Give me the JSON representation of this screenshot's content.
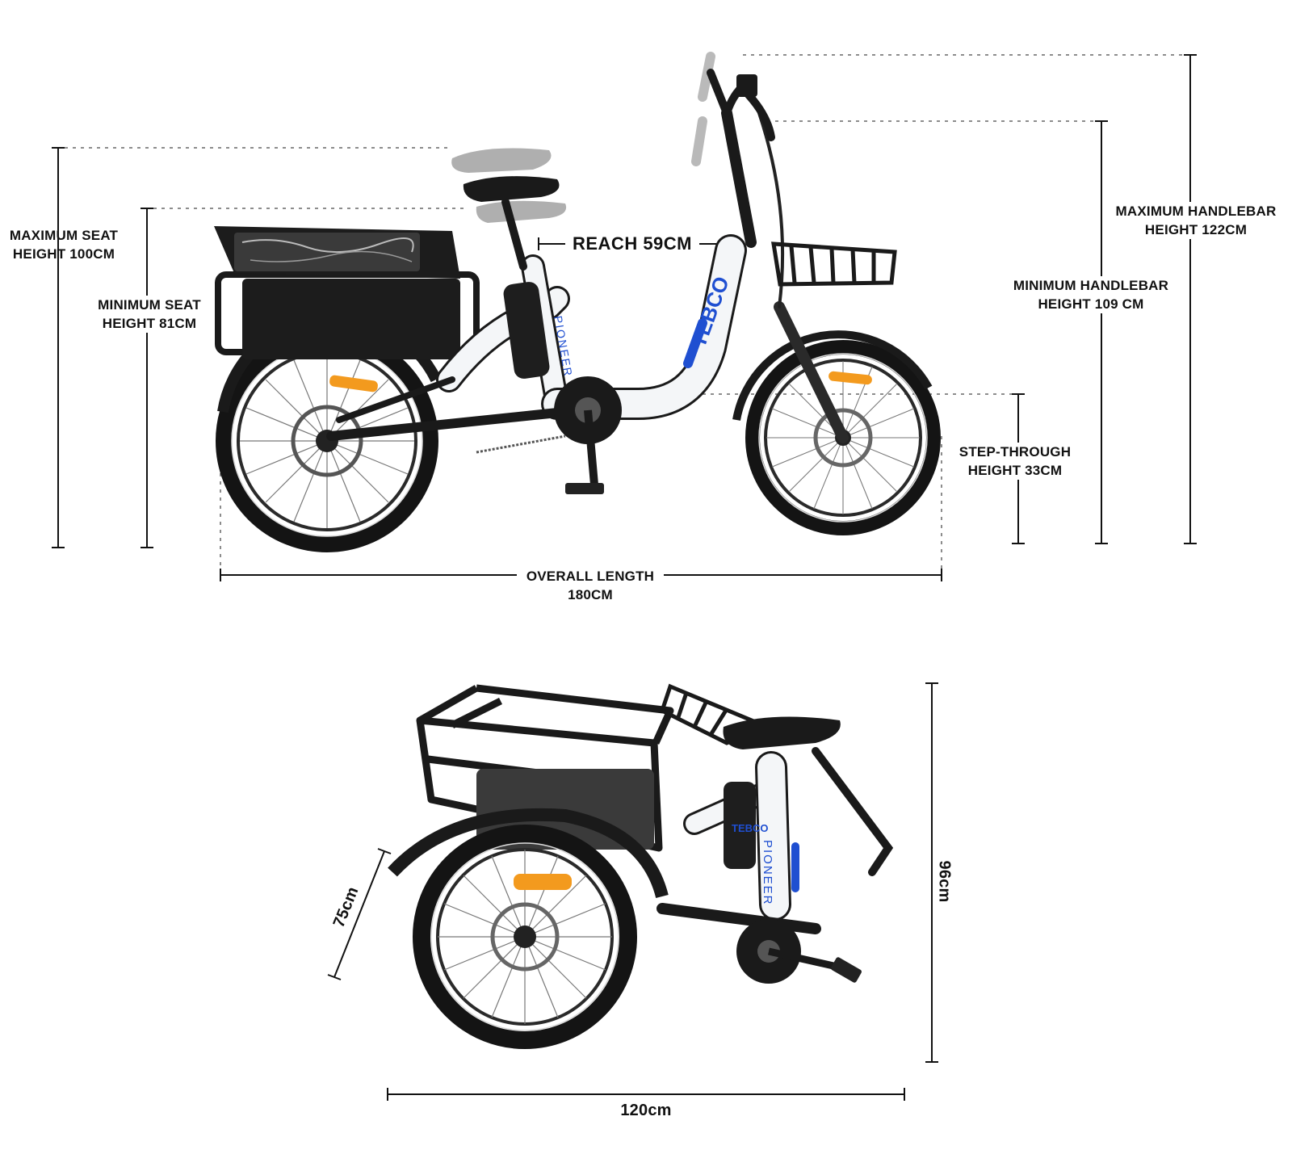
{
  "brand": {
    "logo_text": "TEBCO",
    "model_text": "PIONEER",
    "accent_color": "#1f4fd1",
    "frame_color": "#f4f6f8",
    "dark_color": "#141414"
  },
  "side_view": {
    "max_seat_height": {
      "line1": "MAXIMUM SEAT",
      "line2": "HEIGHT 100CM"
    },
    "min_seat_height": {
      "line1": "MINIMUM SEAT",
      "line2": "HEIGHT 81CM"
    },
    "reach": "REACH 59CM",
    "max_handlebar_height": {
      "line1": "MAXIMUM HANDLEBAR",
      "line2": "HEIGHT 122CM"
    },
    "min_handlebar_height": {
      "line1": "MINIMUM HANDLEBAR",
      "line2": "HEIGHT 109 CM"
    },
    "step_through_height": {
      "line1": "STEP-THROUGH",
      "line2": "HEIGHT 33CM"
    },
    "overall_length": {
      "line1": "OVERALL LENGTH",
      "line2": "180CM"
    }
  },
  "folded_view": {
    "width": "75cm",
    "height": "96cm",
    "length": "120cm"
  }
}
